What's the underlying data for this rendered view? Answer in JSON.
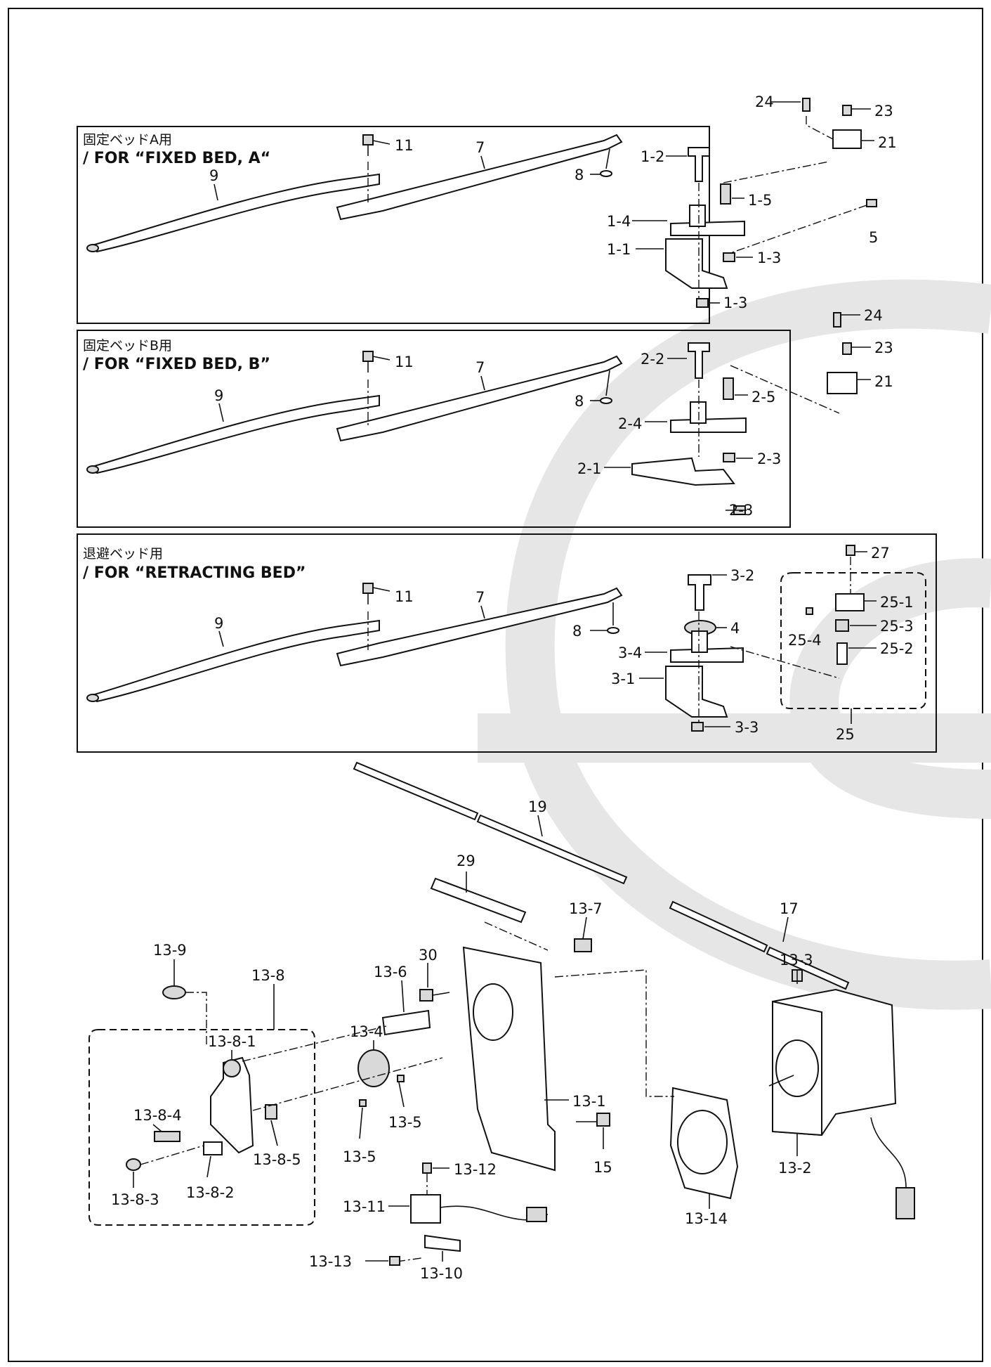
{
  "panels": {
    "fixed_bed_a": {
      "title_jp": "固定ベッドA用",
      "title_en": "/ FOR “FIXED BED, A“"
    },
    "fixed_bed_b": {
      "title_jp": "固定ベッドB用",
      "title_en": "/ FOR “FIXED BED, B”"
    },
    "retracting_bed": {
      "title_jp": "退避ベッド用",
      "title_en": "/ FOR “RETRACTING BED”"
    }
  },
  "labels": {
    "a": [
      "24",
      "23",
      "21",
      "11",
      "7",
      "1-2",
      "8",
      "1-5",
      "1-4",
      "5",
      "1-1",
      "1-3",
      "1-3",
      "9"
    ],
    "b": [
      "24",
      "23",
      "21",
      "11",
      "7",
      "2-2",
      "8",
      "2-5",
      "2-4",
      "2-3",
      "2-1",
      "2-3",
      "9"
    ],
    "c": [
      "11",
      "7",
      "3-2",
      "4",
      "8",
      "3-4",
      "3-1",
      "3-3",
      "9",
      "27",
      "25-1",
      "25-4",
      "25-3",
      "25-2",
      "25"
    ],
    "bottom": [
      "19",
      "29",
      "17",
      "13-7",
      "30",
      "13-6",
      "13-9",
      "13-8",
      "13-8-1",
      "13-4",
      "13-1",
      "13-3",
      "13-8-4",
      "13-5",
      "13-5",
      "15",
      "13-12",
      "13-8-3",
      "13-8-2",
      "13-8-5",
      "13-11",
      "13-14",
      "13-2",
      "13-13",
      "13-10"
    ]
  }
}
